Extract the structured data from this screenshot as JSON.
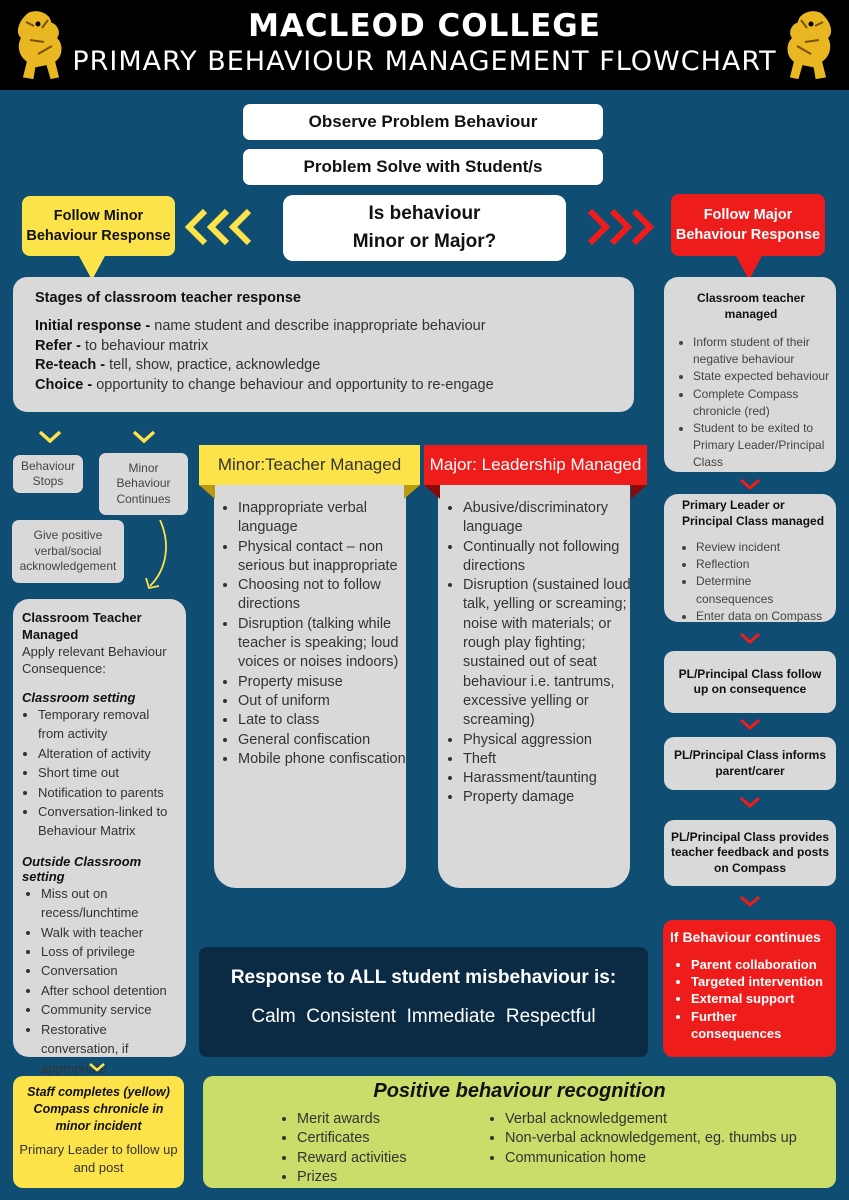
{
  "header": {
    "title": "MACLEOD COLLEGE",
    "subtitle": "PRIMARY BEHAVIOUR MANAGEMENT FLOWCHART"
  },
  "top": {
    "observe": "Observe Problem Behaviour",
    "problem_solve": "Problem Solve with Student/s",
    "question_line1": "Is behaviour",
    "question_line2": "Minor or Major?"
  },
  "minor_callout": {
    "line1": "Follow Minor",
    "line2": "Behaviour Response"
  },
  "major_callout": {
    "line1": "Follow Major",
    "line2": "Behaviour Response"
  },
  "stages": {
    "title": "Stages of classroom teacher response",
    "items": [
      {
        "term": "Initial response - ",
        "desc": " name student and describe inappropriate behaviour"
      },
      {
        "term": "Refer - ",
        "desc": "to behaviour matrix"
      },
      {
        "term": "Re-teach - ",
        "desc": "tell, show, practice, acknowledge"
      },
      {
        "term": "Choice - ",
        "desc": "opportunity to change behaviour and opportunity to re-engage"
      }
    ]
  },
  "behaviour_stops": "Behaviour Stops",
  "minor_continues": "Minor Behaviour Continues",
  "give_positive": "Give positive verbal/social acknowledgement",
  "teacher_managed": {
    "title_line1": "Classroom Teacher",
    "title_line2": "Managed",
    "intro": "Apply relevant Behaviour Consequence:",
    "classroom_heading": "Classroom setting",
    "classroom_items": [
      "Temporary removal from activity",
      "Alteration of activity",
      "Short time out",
      "Notification to parents",
      "Conversation-linked to Behaviour Matrix"
    ],
    "outside_heading": "Outside Classroom setting",
    "outside_items": [
      "Miss out on recess/lunchtime",
      "Walk with teacher",
      "Loss of privilege",
      "Conversation",
      "After school detention",
      "Community service",
      "Restorative conversation, if appropriate"
    ]
  },
  "minor_column": {
    "title": "Minor:Teacher Managed",
    "items": [
      "Inappropriate verbal language",
      "Physical contact – non serious but inappropriate",
      "Choosing not to follow directions",
      "Disruption (talking while teacher is speaking; loud voices or noises indoors)",
      "Property misuse",
      "Out of uniform",
      "Late to class",
      "General confiscation",
      "Mobile phone confiscation"
    ]
  },
  "major_column": {
    "title": "Major: Leadership Managed",
    "items": [
      "Abusive/discriminatory language",
      "Continually not following directions",
      "Disruption (sustained loud talk, yelling or screaming; noise with materials; or rough play fighting; sustained out of seat behaviour i.e. tantrums, excessive yelling or screaming)",
      "Physical aggression",
      "Theft",
      "Harassment/taunting",
      "Property damage"
    ]
  },
  "right_flow": {
    "classroom_teacher_title": "Classroom teacher managed",
    "classroom_teacher_items": [
      "Inform student of their negative behaviour",
      "State expected behaviour",
      "Complete Compass chronicle (red)",
      "Student to be exited to Primary Leader/Principal Class"
    ],
    "leader_title": "Primary Leader or Principal Class managed",
    "leader_items": [
      "Review incident",
      "Reflection",
      "Determine consequences",
      "Enter data on Compass"
    ],
    "follow_up": "PL/Principal Class follow up on consequence",
    "informs": "PL/Principal Class informs parent/carer",
    "feedback": "PL/Principal Class provides teacher feedback and posts on Compass",
    "continues_title": "If Behaviour continues",
    "continues_items": [
      "Parent collaboration",
      "Targeted intervention",
      "External support",
      "Further consequences"
    ]
  },
  "response": {
    "title": "Response to ALL student misbehaviour is:",
    "values": "Calm  Consistent  Immediate  Respectful"
  },
  "staff_completes": {
    "bold": "Staff completes (yellow) Compass chronicle in minor incident",
    "plain": "Primary Leader to follow up and post"
  },
  "positive": {
    "title": "Positive behaviour recognition",
    "left_items": [
      "Merit awards",
      "Certificates",
      "Reward activities",
      "Prizes"
    ],
    "right_items": [
      "Verbal acknowledgement",
      "Non-verbal acknowledgement, eg. thumbs up",
      "Communication home"
    ]
  },
  "colors": {
    "background": "#0f4d72",
    "yellow": "#fde34a",
    "red": "#ef1c1c",
    "grey": "#d9d9d9",
    "green": "#c8dd6a",
    "gold": "#e8b722"
  }
}
